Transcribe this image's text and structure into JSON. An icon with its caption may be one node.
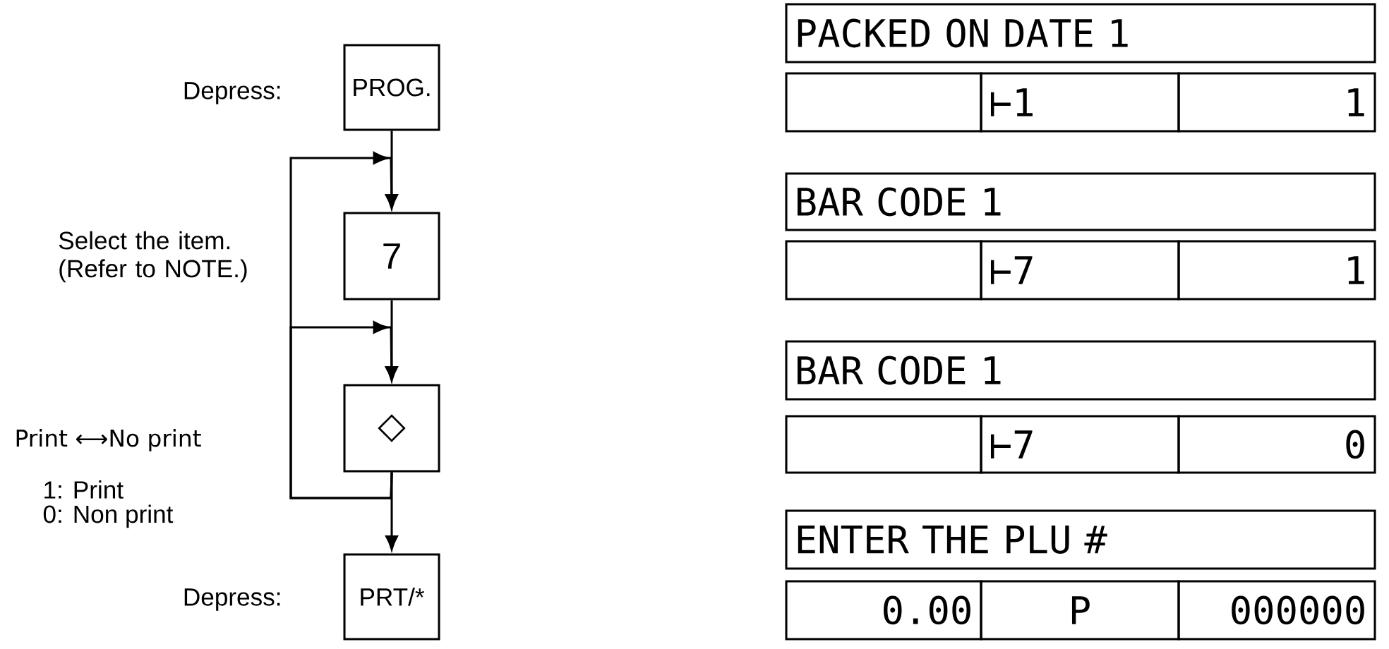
{
  "diagram": {
    "nodes": [
      {
        "text": [
          "PROG."
        ],
        "beside": [
          "Depress:"
        ]
      },
      {
        "text": [
          "7"
        ],
        "beside": [
          "Select the item. (Refer to NOTE.)"
        ]
      },
      {
        "text": [
          "◇"
        ],
        "beside": [
          "Print ⟷No print",
          "1: Print",
          "0: Non print"
        ]
      },
      {
        "text": [
          "PRT/*"
        ],
        "beside": [
          "Depress:"
        ]
      },
      {
        "text": [
          "PACKED ON DATE 1"
        ]
      },
      {
        "text": [],
        "shape": "box"
      },
      {
        "text": [
          "⊢1"
        ]
      },
      {
        "text": [
          "1"
        ]
      },
      {
        "text": [
          "BAR CODE 1"
        ]
      },
      {
        "text": [],
        "shape": "box"
      },
      {
        "text": [
          "⊢7"
        ]
      },
      {
        "text": [
          "1"
        ]
      },
      {
        "text": [
          "BAR CODE 1"
        ]
      },
      {
        "text": [],
        "shape": "box"
      },
      {
        "text": [
          "⊢7"
        ]
      },
      {
        "text": [
          "0"
        ]
      },
      {
        "text": [
          "ENTER THE PLU #"
        ]
      },
      {
        "text": [
          "0.00"
        ]
      },
      {
        "text": [
          "P"
        ]
      },
      {
        "text": [
          "000000"
        ]
      }
    ],
    "edges": [
      {
        "from": 0,
        "to": 1,
        "arrow": "to"
      },
      {
        "from": 1,
        "to": 2,
        "arrow": "to"
      },
      {
        "from": 2,
        "to": 3,
        "arrow": "to"
      },
      {
        "from": 2,
        "to": 1,
        "arrow": "to"
      },
      {
        "from": 2,
        "to": 2,
        "arrow": "to"
      }
    ]
  }
}
